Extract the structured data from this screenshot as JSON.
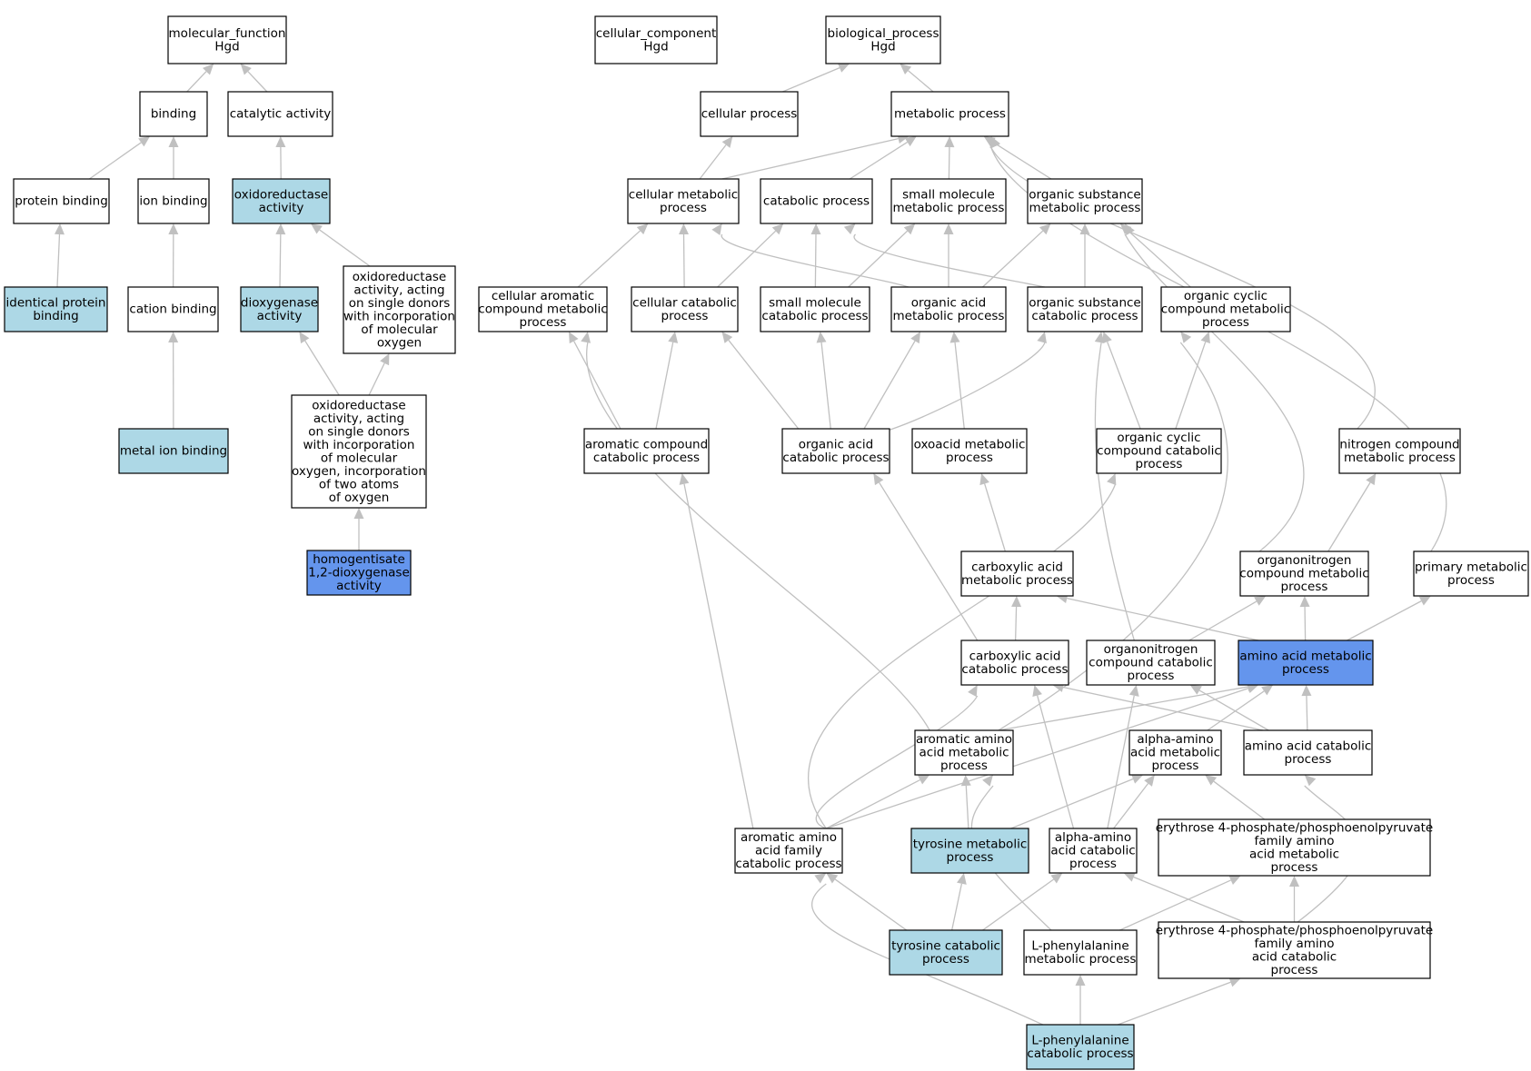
{
  "colors": {
    "default": "#ffffff",
    "annotated": "#add8e6",
    "target": "#6495ed",
    "edge": "#c0c0c0"
  },
  "nodes": [
    {
      "id": "mf",
      "lines": [
        "molecular_function",
        "Hgd"
      ],
      "style": "default"
    },
    {
      "id": "cc",
      "lines": [
        "cellular_component",
        "Hgd"
      ],
      "style": "default"
    },
    {
      "id": "bp",
      "lines": [
        "biological_process",
        "Hgd"
      ],
      "style": "default"
    },
    {
      "id": "binding",
      "lines": [
        "binding"
      ],
      "style": "default"
    },
    {
      "id": "catalytic",
      "lines": [
        "catalytic activity"
      ],
      "style": "default"
    },
    {
      "id": "protbind",
      "lines": [
        "protein binding"
      ],
      "style": "default"
    },
    {
      "id": "ionbind",
      "lines": [
        "ion binding"
      ],
      "style": "default"
    },
    {
      "id": "oxred",
      "lines": [
        "oxidoreductase",
        "activity"
      ],
      "style": "annotated"
    },
    {
      "id": "identprot",
      "lines": [
        "identical protein",
        "binding"
      ],
      "style": "annotated"
    },
    {
      "id": "cationbind",
      "lines": [
        "cation binding"
      ],
      "style": "default"
    },
    {
      "id": "dioxy",
      "lines": [
        "dioxygenase",
        "activity"
      ],
      "style": "annotated"
    },
    {
      "id": "oxred_single",
      "lines": [
        "oxidoreductase",
        "activity, acting",
        "on single donors",
        "with incorporation",
        "of molecular",
        "oxygen"
      ],
      "style": "default"
    },
    {
      "id": "metalion",
      "lines": [
        "metal ion binding"
      ],
      "style": "annotated"
    },
    {
      "id": "oxred_two",
      "lines": [
        "oxidoreductase",
        "activity, acting",
        "on single donors",
        "with incorporation",
        "of molecular",
        "oxygen, incorporation",
        "of two atoms",
        "of oxygen"
      ],
      "style": "default"
    },
    {
      "id": "hgd",
      "lines": [
        "homogentisate",
        "1,2-dioxygenase",
        "activity"
      ],
      "style": "target"
    },
    {
      "id": "cellproc",
      "lines": [
        "cellular process"
      ],
      "style": "default"
    },
    {
      "id": "metaproc",
      "lines": [
        "metabolic process"
      ],
      "style": "default"
    },
    {
      "id": "cellmeta",
      "lines": [
        "cellular metabolic",
        "process"
      ],
      "style": "default"
    },
    {
      "id": "catab",
      "lines": [
        "catabolic process"
      ],
      "style": "default"
    },
    {
      "id": "smallmeta",
      "lines": [
        "small molecule",
        "metabolic process"
      ],
      "style": "default"
    },
    {
      "id": "orgsubmeta",
      "lines": [
        "organic substance",
        "metabolic process"
      ],
      "style": "default"
    },
    {
      "id": "cellarom",
      "lines": [
        "cellular aromatic",
        "compound metabolic",
        "process"
      ],
      "style": "default"
    },
    {
      "id": "cellcatab",
      "lines": [
        "cellular catabolic",
        "process"
      ],
      "style": "default"
    },
    {
      "id": "smallcatab",
      "lines": [
        "small molecule",
        "catabolic process"
      ],
      "style": "default"
    },
    {
      "id": "orgacidmeta",
      "lines": [
        "organic acid",
        "metabolic process"
      ],
      "style": "default"
    },
    {
      "id": "orgsubcatab",
      "lines": [
        "organic substance",
        "catabolic process"
      ],
      "style": "default"
    },
    {
      "id": "orgcycmeta",
      "lines": [
        "organic cyclic",
        "compound metabolic",
        "process"
      ],
      "style": "default"
    },
    {
      "id": "aromcatab",
      "lines": [
        "aromatic compound",
        "catabolic process"
      ],
      "style": "default"
    },
    {
      "id": "orgacidcatab",
      "lines": [
        "organic acid",
        "catabolic process"
      ],
      "style": "default"
    },
    {
      "id": "oxoacid",
      "lines": [
        "oxoacid metabolic",
        "process"
      ],
      "style": "default"
    },
    {
      "id": "orgcyccatab",
      "lines": [
        "organic cyclic",
        "compound catabolic",
        "process"
      ],
      "style": "default"
    },
    {
      "id": "nitrometa",
      "lines": [
        "nitrogen compound",
        "metabolic process"
      ],
      "style": "default"
    },
    {
      "id": "carbmeta",
      "lines": [
        "carboxylic acid",
        "metabolic process"
      ],
      "style": "default"
    },
    {
      "id": "orgnitrometa",
      "lines": [
        "organonitrogen",
        "compound metabolic",
        "process"
      ],
      "style": "default"
    },
    {
      "id": "primmeta",
      "lines": [
        "primary metabolic",
        "process"
      ],
      "style": "default"
    },
    {
      "id": "carbcatab",
      "lines": [
        "carboxylic acid",
        "catabolic process"
      ],
      "style": "default"
    },
    {
      "id": "orgnitrocatab",
      "lines": [
        "organonitrogen",
        "compound catabolic",
        "process"
      ],
      "style": "default"
    },
    {
      "id": "aameta",
      "lines": [
        "amino acid metabolic",
        "process"
      ],
      "style": "target"
    },
    {
      "id": "aromaameta",
      "lines": [
        "aromatic amino",
        "acid metabolic",
        "process"
      ],
      "style": "default"
    },
    {
      "id": "alphaameta",
      "lines": [
        "alpha-amino",
        "acid metabolic",
        "process"
      ],
      "style": "default"
    },
    {
      "id": "aacatab",
      "lines": [
        "amino acid catabolic",
        "process"
      ],
      "style": "default"
    },
    {
      "id": "aromaafamcatab",
      "lines": [
        "aromatic amino",
        "acid family",
        "catabolic process"
      ],
      "style": "default"
    },
    {
      "id": "tyrmeta",
      "lines": [
        "tyrosine metabolic",
        "process"
      ],
      "style": "annotated"
    },
    {
      "id": "alphaacatab",
      "lines": [
        "alpha-amino",
        "acid catabolic",
        "process"
      ],
      "style": "default"
    },
    {
      "id": "e4pmeta",
      "lines": [
        "erythrose 4-phosphate/phosphoenolpyruvate",
        "family amino",
        "acid metabolic",
        "process"
      ],
      "style": "default"
    },
    {
      "id": "tyrcatab",
      "lines": [
        "tyrosine catabolic",
        "process"
      ],
      "style": "annotated"
    },
    {
      "id": "lphemeta",
      "lines": [
        "L-phenylalanine",
        "metabolic process"
      ],
      "style": "default"
    },
    {
      "id": "e4pcatab",
      "lines": [
        "erythrose 4-phosphate/phosphoenolpyruvate",
        "family amino",
        "acid catabolic",
        "process"
      ],
      "style": "default"
    },
    {
      "id": "lphecatab",
      "lines": [
        "L-phenylalanine",
        "catabolic process"
      ],
      "style": "annotated"
    }
  ],
  "edges": [
    {
      "from": "binding",
      "to": "mf"
    },
    {
      "from": "catalytic",
      "to": "mf"
    },
    {
      "from": "protbind",
      "to": "binding"
    },
    {
      "from": "ionbind",
      "to": "binding"
    },
    {
      "from": "oxred",
      "to": "catalytic"
    },
    {
      "from": "identprot",
      "to": "protbind"
    },
    {
      "from": "cationbind",
      "to": "ionbind"
    },
    {
      "from": "dioxy",
      "to": "oxred"
    },
    {
      "from": "oxred_single",
      "to": "oxred"
    },
    {
      "from": "metalion",
      "to": "cationbind"
    },
    {
      "from": "oxred_two",
      "to": "dioxy"
    },
    {
      "from": "oxred_two",
      "to": "oxred_single"
    },
    {
      "from": "hgd",
      "to": "oxred_two"
    },
    {
      "from": "cellproc",
      "to": "bp"
    },
    {
      "from": "metaproc",
      "to": "bp"
    },
    {
      "from": "cellmeta",
      "to": "cellproc"
    },
    {
      "from": "cellmeta",
      "to": "metaproc"
    },
    {
      "from": "catab",
      "to": "metaproc"
    },
    {
      "from": "smallmeta",
      "to": "metaproc"
    },
    {
      "from": "orgsubmeta",
      "to": "metaproc"
    },
    {
      "from": "cellarom",
      "to": "cellmeta"
    },
    {
      "from": "cellcatab",
      "to": "cellmeta"
    },
    {
      "from": "cellcatab",
      "to": "catab"
    },
    {
      "from": "smallcatab",
      "to": "catab"
    },
    {
      "from": "smallcatab",
      "to": "smallmeta"
    },
    {
      "from": "orgacidmeta",
      "to": "cellmeta"
    },
    {
      "from": "orgacidmeta",
      "to": "smallmeta"
    },
    {
      "from": "orgacidmeta",
      "to": "orgsubmeta"
    },
    {
      "from": "orgsubcatab",
      "to": "catab"
    },
    {
      "from": "orgsubcatab",
      "to": "orgsubmeta"
    },
    {
      "from": "orgcycmeta",
      "to": "orgsubmeta"
    },
    {
      "from": "aromcatab",
      "to": "cellarom"
    },
    {
      "from": "aromcatab",
      "to": "cellcatab"
    },
    {
      "from": "orgacidcatab",
      "to": "cellcatab"
    },
    {
      "from": "orgacidcatab",
      "to": "smallcatab"
    },
    {
      "from": "orgacidcatab",
      "to": "orgacidmeta"
    },
    {
      "from": "orgacidcatab",
      "to": "orgsubcatab"
    },
    {
      "from": "oxoacid",
      "to": "orgacidmeta"
    },
    {
      "from": "orgcyccatab",
      "to": "orgsubcatab"
    },
    {
      "from": "orgcyccatab",
      "to": "orgcycmeta"
    },
    {
      "from": "nitrometa",
      "to": "metaproc"
    },
    {
      "from": "carbmeta",
      "to": "oxoacid"
    },
    {
      "from": "orgnitrometa",
      "to": "nitrometa"
    },
    {
      "from": "orgnitrometa",
      "to": "orgsubmeta"
    },
    {
      "from": "primmeta",
      "to": "metaproc"
    },
    {
      "from": "carbcatab",
      "to": "carbmeta"
    },
    {
      "from": "carbcatab",
      "to": "orgacidcatab"
    },
    {
      "from": "orgnitrocatab",
      "to": "orgnitrometa"
    },
    {
      "from": "orgnitrocatab",
      "to": "orgsubcatab"
    },
    {
      "from": "aameta",
      "to": "carbmeta"
    },
    {
      "from": "aameta",
      "to": "orgnitrometa"
    },
    {
      "from": "aameta",
      "to": "primmeta"
    },
    {
      "from": "aromaameta",
      "to": "cellarom"
    },
    {
      "from": "aromaameta",
      "to": "orgcycmeta"
    },
    {
      "from": "aromaameta",
      "to": "aameta"
    },
    {
      "from": "alphaameta",
      "to": "aameta"
    },
    {
      "from": "aacatab",
      "to": "aameta"
    },
    {
      "from": "aacatab",
      "to": "carbcatab"
    },
    {
      "from": "aacatab",
      "to": "orgnitrocatab"
    },
    {
      "from": "aromaafamcatab",
      "to": "aromcatab"
    },
    {
      "from": "aromaafamcatab",
      "to": "orgcyccatab"
    },
    {
      "from": "aromaafamcatab",
      "to": "carbcatab"
    },
    {
      "from": "aromaafamcatab",
      "to": "aromaameta"
    },
    {
      "from": "aromaafamcatab",
      "to": "aameta"
    },
    {
      "from": "tyrmeta",
      "to": "aromaameta"
    },
    {
      "from": "tyrmeta",
      "to": "alphaameta"
    },
    {
      "from": "alphaacatab",
      "to": "carbcatab"
    },
    {
      "from": "alphaacatab",
      "to": "orgnitrocatab"
    },
    {
      "from": "alphaacatab",
      "to": "alphaameta"
    },
    {
      "from": "e4pmeta",
      "to": "alphaameta"
    },
    {
      "from": "tyrcatab",
      "to": "aromaafamcatab"
    },
    {
      "from": "tyrcatab",
      "to": "tyrmeta"
    },
    {
      "from": "tyrcatab",
      "to": "alphaacatab"
    },
    {
      "from": "lphemeta",
      "to": "aromaameta"
    },
    {
      "from": "lphemeta",
      "to": "e4pmeta"
    },
    {
      "from": "e4pcatab",
      "to": "alphaacatab"
    },
    {
      "from": "e4pcatab",
      "to": "e4pmeta"
    },
    {
      "from": "e4pcatab",
      "to": "aacatab"
    },
    {
      "from": "lphecatab",
      "to": "aromaafamcatab"
    },
    {
      "from": "lphecatab",
      "to": "lphemeta"
    },
    {
      "from": "lphecatab",
      "to": "e4pcatab"
    }
  ]
}
